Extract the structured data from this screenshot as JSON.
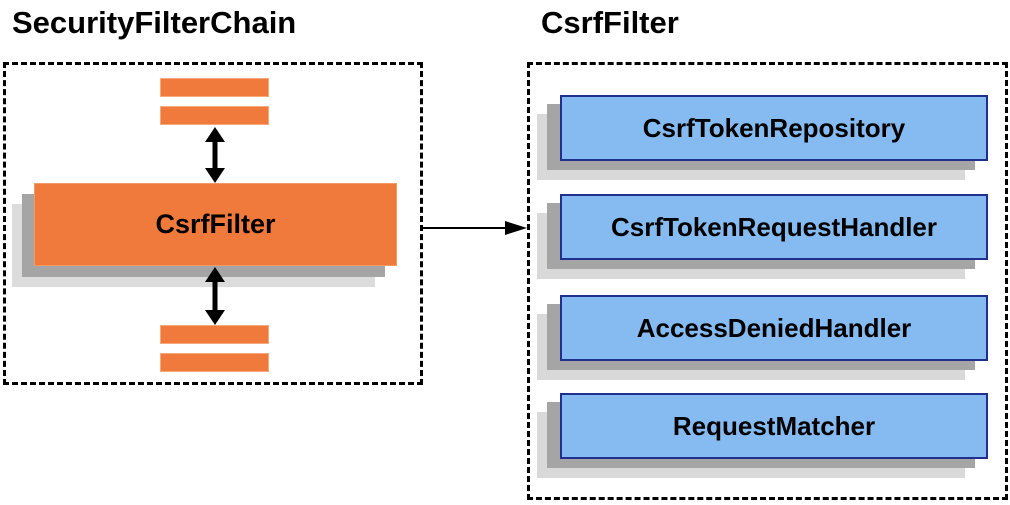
{
  "diagram": {
    "left_panel": {
      "title": "SecurityFilterChain",
      "center_box_label": "CsrfFilter"
    },
    "right_panel": {
      "title": "CsrfFilter",
      "components": [
        "CsrfTokenRepository",
        "CsrfTokenRequestHandler",
        "AccessDeniedHandler",
        "RequestMatcher"
      ]
    },
    "colors": {
      "orange_fill": "#f0793c",
      "blue_fill": "#85bbf0",
      "blue_border": "#20308e",
      "shadow_gray": "#a5a5a5",
      "shadow_light": "#dcdcdc",
      "arrow": "#000000",
      "dashed_border": "#000000"
    }
  }
}
